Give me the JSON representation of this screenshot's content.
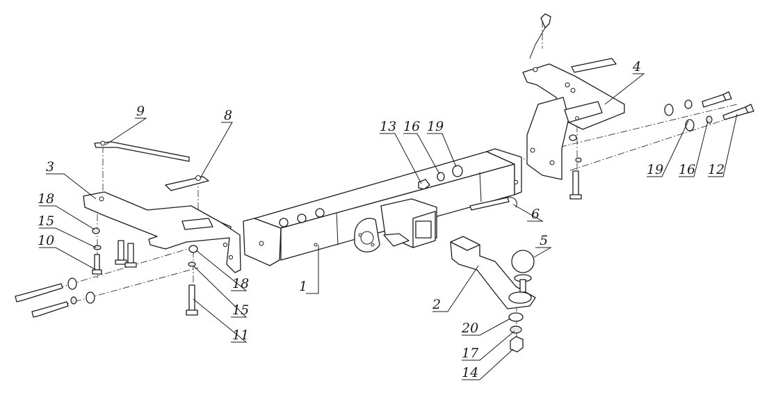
{
  "diagram": {
    "callouts": [
      {
        "id": "c1",
        "label": "1"
      },
      {
        "id": "c2",
        "label": "2"
      },
      {
        "id": "c3",
        "label": "3"
      },
      {
        "id": "c4",
        "label": "4"
      },
      {
        "id": "c5",
        "label": "5"
      },
      {
        "id": "c6",
        "label": "6"
      },
      {
        "id": "c8",
        "label": "8"
      },
      {
        "id": "c9",
        "label": "9"
      },
      {
        "id": "c10",
        "label": "10"
      },
      {
        "id": "c11",
        "label": "11"
      },
      {
        "id": "c12",
        "label": "12"
      },
      {
        "id": "c13",
        "label": "13"
      },
      {
        "id": "c14",
        "label": "14"
      },
      {
        "id": "c15a",
        "label": "15"
      },
      {
        "id": "c15b",
        "label": "15"
      },
      {
        "id": "c16a",
        "label": "16"
      },
      {
        "id": "c16b",
        "label": "16"
      },
      {
        "id": "c17",
        "label": "17"
      },
      {
        "id": "c18a",
        "label": "18"
      },
      {
        "id": "c18b",
        "label": "18"
      },
      {
        "id": "c19a",
        "label": "19"
      },
      {
        "id": "c19b",
        "label": "19"
      },
      {
        "id": "c20",
        "label": "20"
      }
    ]
  }
}
